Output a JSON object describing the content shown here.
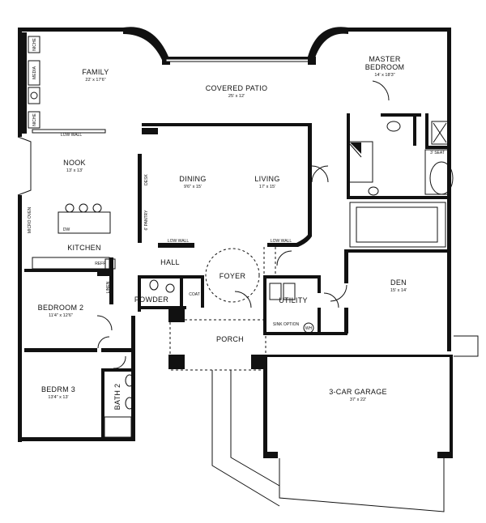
{
  "rooms": {
    "family": {
      "name": "FAMILY",
      "dim": "22' x 17'6\""
    },
    "covered_patio": {
      "name": "COVERED PATIO",
      "dim": "25' x 12'"
    },
    "master": {
      "name_line1": "MASTER",
      "name_line2": "BEDROOM",
      "dim": "14' x 18'3\""
    },
    "nook": {
      "name": "NOOK",
      "dim": "13' x 13'"
    },
    "dining": {
      "name": "DINING",
      "dim": "9'6\" x 15'"
    },
    "living": {
      "name": "LIVING",
      "dim": "17' x 15'"
    },
    "kitchen": {
      "name": "KITCHEN"
    },
    "hall": {
      "name": "HALL"
    },
    "foyer": {
      "name": "FOYER"
    },
    "bedroom2": {
      "name": "BEDROOM 2",
      "dim": "11'4\" x 12'6\""
    },
    "powder": {
      "name": "POWDER"
    },
    "utility": {
      "name": "UTILITY"
    },
    "den": {
      "name": "DEN",
      "dim": "15' x 14'"
    },
    "porch": {
      "name": "PORCH"
    },
    "bedrm3": {
      "name": "BEDRM 3",
      "dim": "13'4\" x 13'"
    },
    "bath2": {
      "name": "BATH 2"
    },
    "garage": {
      "name": "3-CAR GARAGE",
      "dim": "37' x 22'"
    }
  },
  "labels": {
    "niche_top": "NICHE",
    "media": "MEDIA",
    "niche_bottom": "NICHE",
    "low_wall_family": "LOW WALL",
    "low_wall_dining": "LOW WALL",
    "low_wall_living": "LOW WALL",
    "micro_oven": "MICRO OVEN",
    "dw": "DW",
    "refr": "REFR",
    "linen": "LINEN",
    "pantry": "6' PANTRY",
    "desk": "DESK",
    "coat": "COAT",
    "seat": "3' SEAT",
    "sink_option": "SINK OPTION",
    "wh": "WH"
  }
}
